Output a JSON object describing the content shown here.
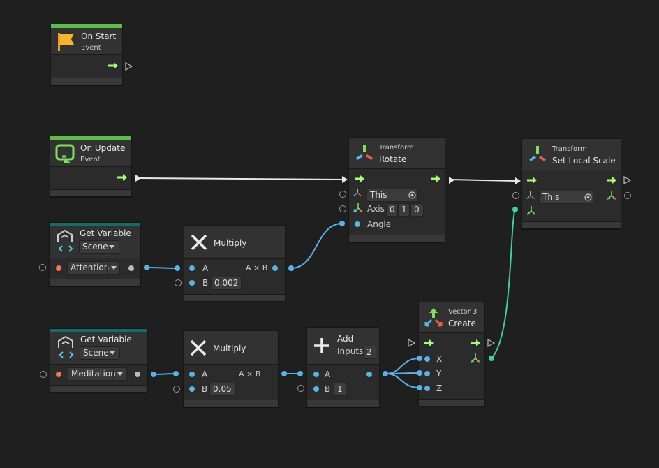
{
  "nodes": {
    "on_start": {
      "title": "On Start",
      "subtitle": "Event"
    },
    "on_update": {
      "title": "On Update",
      "subtitle": "Event"
    },
    "get_var_1": {
      "title": "Get Variable",
      "scope": "Scene",
      "variable": "Attention"
    },
    "get_var_2": {
      "title": "Get Variable",
      "scope": "Scene",
      "variable": "Meditation"
    },
    "multiply_1": {
      "title": "Multiply",
      "port_a": "A",
      "port_b": "B",
      "output": "A × B",
      "b_value": "0.002"
    },
    "multiply_2": {
      "title": "Multiply",
      "port_a": "A",
      "port_b": "B",
      "output": "A × B",
      "b_value": "0.05"
    },
    "add": {
      "title": "Add",
      "inputs_label": "Inputs",
      "inputs_count": "2",
      "port_a": "A",
      "port_b": "B",
      "b_value": "1"
    },
    "rotate": {
      "subtitle": "Transform",
      "title": "Rotate",
      "target": "This",
      "axis_label": "Axis",
      "axis": [
        "0",
        "1",
        "0"
      ],
      "angle_label": "Angle"
    },
    "set_local_scale": {
      "subtitle": "Transform",
      "title": "Set Local Scale",
      "target": "This"
    },
    "vector3": {
      "subtitle": "Vector 3",
      "title": "Create",
      "x_label": "X",
      "y_label": "Y",
      "z_label": "Z"
    }
  },
  "colors": {
    "background": "#1f1f1f",
    "event_bar": "#5cbf45",
    "variable_bar": "#0f6e6c",
    "flow_wire": "#e8e8e8",
    "value_wire": "#56b4e8",
    "vector_wire": "#3fd0a0",
    "flow_arrow": "#a4ff6e"
  },
  "icons": {
    "event": "flag-icon",
    "update": "loop-icon",
    "variable": "variable-icon",
    "multiply": "multiply-icon",
    "add": "add-icon",
    "transform": "transform-icon",
    "vector": "vector3-icon"
  }
}
